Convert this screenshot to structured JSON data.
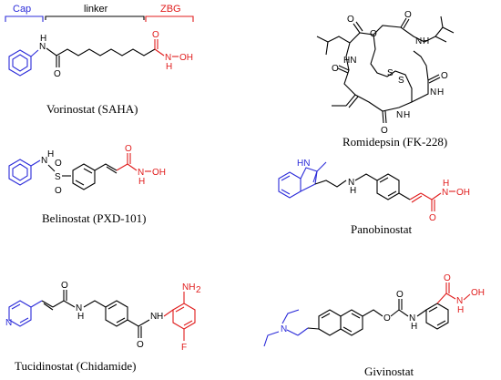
{
  "header": {
    "cap_label": "Cap",
    "linker_label": "linker",
    "zbg_label": "ZBG"
  },
  "atoms": {
    "nh": "N",
    "h": "H",
    "o": "O",
    "s": "S",
    "n": "N",
    "hn": "HN",
    "noh": "OH",
    "nh2": "NH",
    "sub2": "2",
    "f": "F"
  },
  "compounds": [
    {
      "name": "Vorinostat (SAHA)"
    },
    {
      "name": "Romidepsin (FK-228)"
    },
    {
      "name": "Belinostat (PXD-101)"
    },
    {
      "name": "Panobinostat"
    },
    {
      "name": "Tucidinostat (Chidamide)"
    },
    {
      "name": "Givinostat"
    }
  ],
  "colors": {
    "cap": "#2b2bd9",
    "linker": "#000000",
    "zbg": "#e01b1b"
  }
}
